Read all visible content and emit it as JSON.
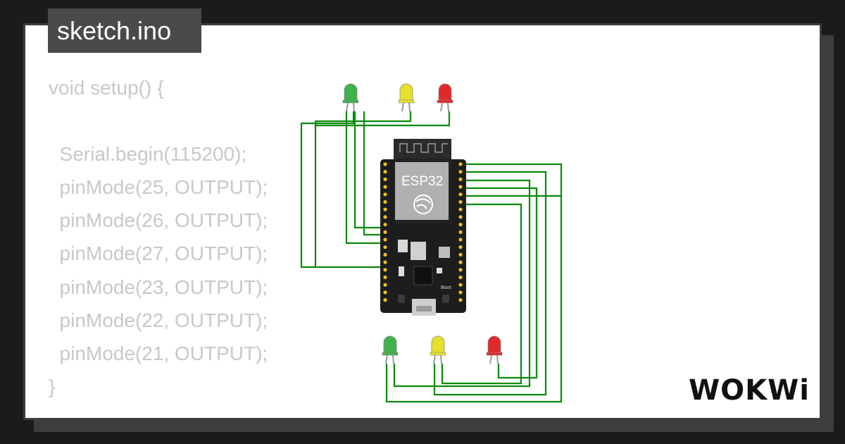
{
  "tab": {
    "filename": "sketch.ino"
  },
  "code": {
    "lines": [
      "void setup() {",
      "",
      "  Serial.begin(115200);",
      "  pinMode(25, OUTPUT);",
      "  pinMode(26, OUTPUT);",
      "  pinMode(27, OUTPUT);",
      "  pinMode(23, OUTPUT);",
      "  pinMode(22, OUTPUT);",
      "  pinMode(21, OUTPUT);",
      "}"
    ]
  },
  "board": {
    "label": "ESP32",
    "boot_label": "Boot",
    "color": "#1d1d1d"
  },
  "leds": {
    "top": [
      {
        "color": "green",
        "hex": "#3fb24a"
      },
      {
        "color": "yellow",
        "hex": "#e6e12a"
      },
      {
        "color": "red",
        "hex": "#e02a2a"
      }
    ],
    "bottom": [
      {
        "color": "green",
        "hex": "#3fb24a"
      },
      {
        "color": "yellow",
        "hex": "#e6e12a"
      },
      {
        "color": "red",
        "hex": "#e02a2a"
      }
    ]
  },
  "wire_color": "#0a8a0a",
  "brand": {
    "logo": "WOKWi"
  }
}
